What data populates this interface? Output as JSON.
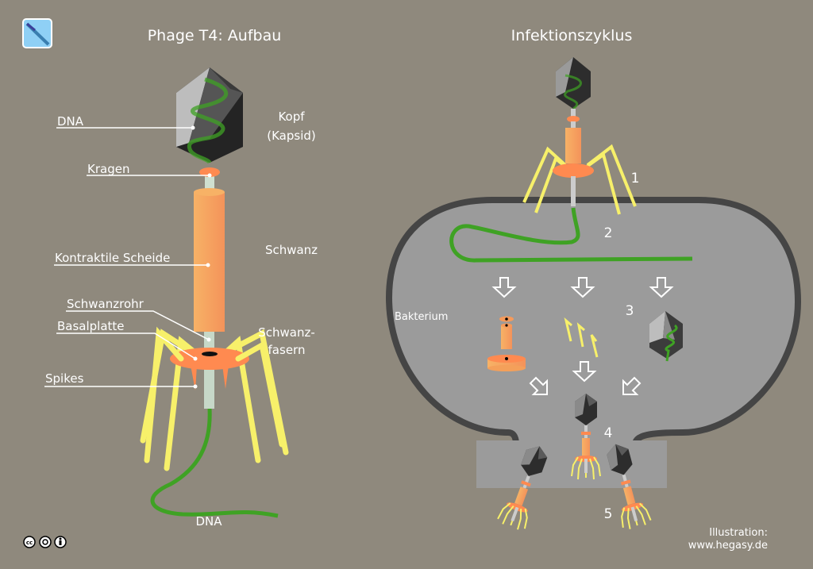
{
  "colors": {
    "background": "#8f897d",
    "bacterium": "#9a9a9a",
    "membrane": "#444444",
    "sheath": "#f6a15c",
    "collar": "#ff8a50",
    "fiber": "#f7f06a",
    "dna": "#3fa224",
    "capsid": "#2a2a2a"
  },
  "left": {
    "title": "Phage T4: Aufbau",
    "labels": {
      "dna_head": "DNA",
      "kragen": "Kragen",
      "scheide": "Kontraktile Scheide",
      "schwanzrohr": "Schwanzrohr",
      "basalplatte": "Basalplatte",
      "spikes": "Spikes",
      "kopf": "Kopf",
      "kapsid": "(Kapsid)",
      "schwanz": "Schwanz",
      "fasern1": "Schwanz-",
      "fasern2": "fasern",
      "dna_tail": "DNA"
    }
  },
  "right": {
    "title": "Infektionszyklus",
    "bacterium_label": "Bakterium",
    "steps": [
      "1",
      "2",
      "3",
      "4",
      "5"
    ]
  },
  "credit": {
    "line1": "Illustration:",
    "line2": "www.hegasy.de"
  },
  "icons": [
    "logo-icon",
    "creative-commons-icon",
    "by-icon",
    "attribution-icon"
  ]
}
